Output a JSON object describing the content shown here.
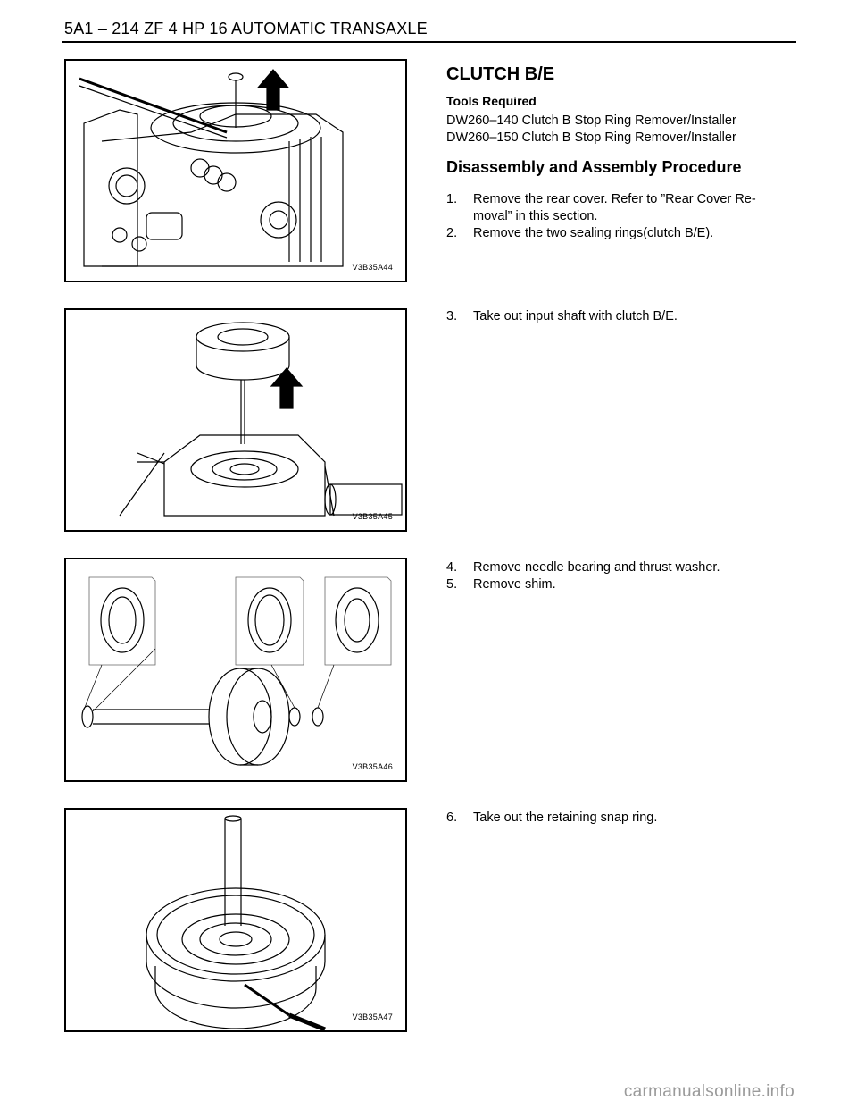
{
  "header": {
    "title": "5A1 – 214 ZF 4 HP 16 AUTOMATIC TRANSAXLE"
  },
  "section": {
    "title": "CLUTCH B/E",
    "tools_label": "Tools Required",
    "tools": [
      "DW260–140 Clutch B Stop Ring Remover/Installer",
      "DW260–150 Clutch B Stop Ring Remover/Installer"
    ],
    "procedure_title": "Disassembly and Assembly Procedure"
  },
  "steps": [
    {
      "num": "1.",
      "text": "Remove the rear cover. Refer to ”Rear Cover Re-",
      "cont": "moval”  in this section."
    },
    {
      "num": "2.",
      "text": "Remove the two sealing rings(clutch B/E)."
    },
    {
      "num": "3.",
      "text": "Take out input shaft with clutch B/E."
    },
    {
      "num": "4.",
      "text": "Remove needle bearing and thrust washer."
    },
    {
      "num": "5.",
      "text": "Remove shim."
    },
    {
      "num": "6.",
      "text": "Take out the retaining snap ring."
    }
  ],
  "figures": [
    {
      "code": "V3B35A44",
      "icon": "transaxle-case-rear-cover-illustration"
    },
    {
      "code": "V3B35A45",
      "icon": "input-shaft-removal-illustration"
    },
    {
      "code": "V3B35A46",
      "icon": "bearing-washer-shim-exploded-illustration"
    },
    {
      "code": "V3B35A47",
      "icon": "snap-ring-removal-illustration"
    }
  ],
  "watermark": "carmanualsonline.info"
}
